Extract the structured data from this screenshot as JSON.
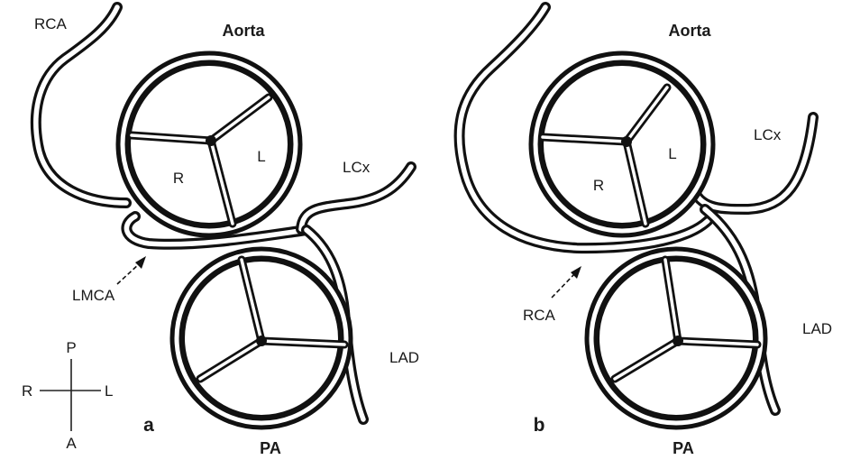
{
  "panel_a": {
    "letter": "a",
    "aorta_label": "Aorta",
    "pa_label": "PA",
    "rca_label": "RCA",
    "lcx_label": "LCx",
    "lad_label": "LAD",
    "cusp_r_label": "R",
    "cusp_l_label": "L",
    "anomaly_label": "LMCA"
  },
  "panel_b": {
    "letter": "b",
    "aorta_label": "Aorta",
    "pa_label": "PA",
    "lcx_label": "LCx",
    "lad_label": "LAD",
    "cusp_r_label": "R",
    "cusp_l_label": "L",
    "anomaly_label": "RCA"
  },
  "orientation": {
    "posterior": "P",
    "anterior": "A",
    "right": "R",
    "left": "L"
  }
}
